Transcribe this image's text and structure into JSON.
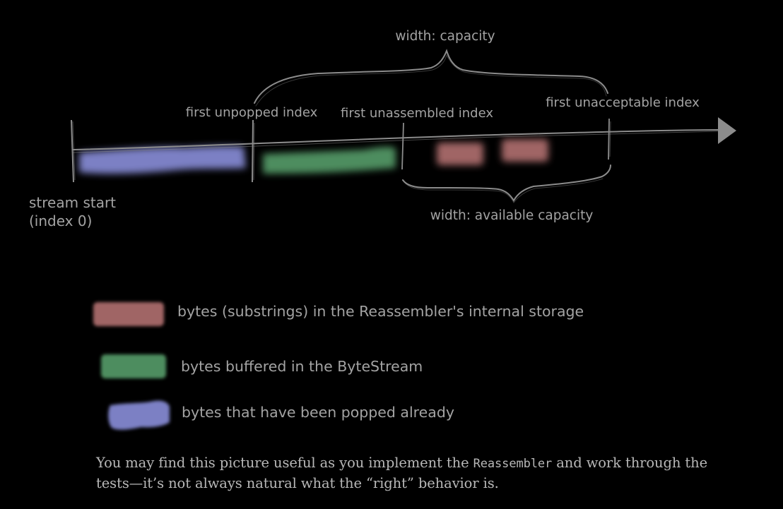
{
  "diagram": {
    "labels": {
      "width_capacity": "width: capacity",
      "first_unpopped_index": "first unpopped index",
      "first_unassembled_index": "first unassembled index",
      "first_unacceptable_index": "first unacceptable index",
      "stream_start_line1": "stream start",
      "stream_start_line2": "(index 0)",
      "width_available_capacity": "width: available capacity"
    },
    "colors": {
      "popped": "#7b80c4",
      "buffered": "#4e8d5e",
      "reassembler": "#a06565",
      "line": "#8c8c8c",
      "text": "#a3a3a3"
    }
  },
  "legend": [
    {
      "label": "bytes (substrings) in the Reassembler's internal storage",
      "color": "#a06565"
    },
    {
      "label": "bytes buffered in the ByteStream",
      "color": "#4e8d5e"
    },
    {
      "label": "bytes that have been popped already",
      "color": "#7b80c4"
    }
  ],
  "caption": {
    "before": "You may find this picture useful as you implement the ",
    "code": "Reassembler",
    "after": " and work through the tests—it’s not always natural what the “right” behavior is."
  }
}
